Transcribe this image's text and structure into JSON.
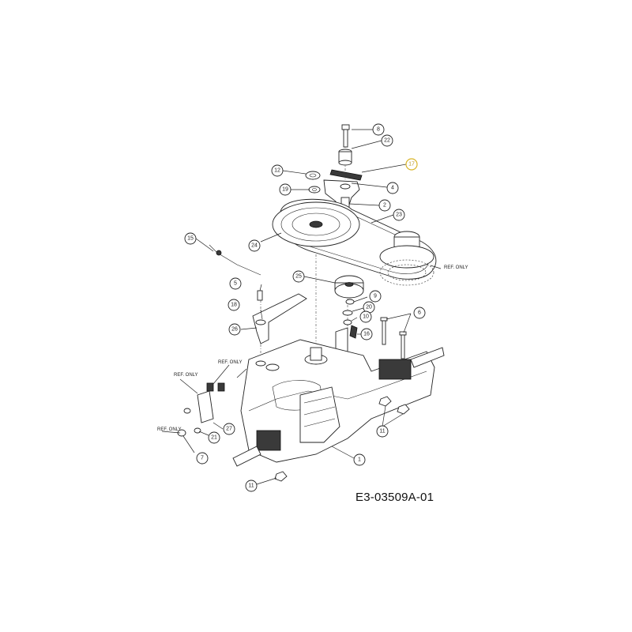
{
  "drawing_number": "E3-03509A-01",
  "callouts": [
    {
      "label": "8"
    },
    {
      "label": "22"
    },
    {
      "label": "17",
      "highlight": true
    },
    {
      "label": "12"
    },
    {
      "label": "4"
    },
    {
      "label": "19"
    },
    {
      "label": "2"
    },
    {
      "label": "23"
    },
    {
      "label": "15"
    },
    {
      "label": "24"
    },
    {
      "label": "25"
    },
    {
      "label": "5"
    },
    {
      "label": "9"
    },
    {
      "label": "18"
    },
    {
      "label": "20"
    },
    {
      "label": "6"
    },
    {
      "label": "10"
    },
    {
      "label": "26"
    },
    {
      "label": "16"
    },
    {
      "label": "27"
    },
    {
      "label": "21"
    },
    {
      "label": "7"
    },
    {
      "label": "11"
    },
    {
      "label": "1"
    },
    {
      "label": "11"
    }
  ],
  "ref_labels": [
    "REF. ONLY",
    "REF. ONLY",
    "REF. ONLY",
    "REF. ONLY"
  ],
  "colors": {
    "highlight": "#d9b52a",
    "ink": "#222222"
  }
}
